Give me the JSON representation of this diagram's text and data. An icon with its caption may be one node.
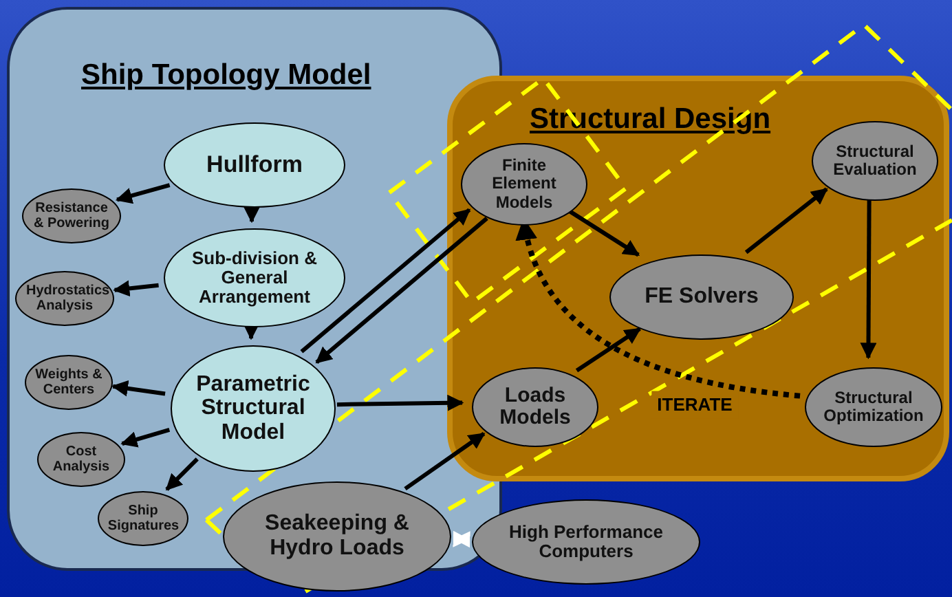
{
  "diagram": {
    "nodes": [
      {
        "text": [
          "Ship Topology Model"
        ]
      },
      {
        "text": [
          "Structural Design"
        ]
      },
      {
        "text": [
          "Hullform"
        ],
        "in": 0
      },
      {
        "text": [
          "Resistance & Powering"
        ],
        "in": 0
      },
      {
        "text": [
          "Sub-division & General Arrangement"
        ],
        "in": 0
      },
      {
        "text": [
          "Hydrostatics Analysis"
        ],
        "in": 0
      },
      {
        "text": [
          "Parametric Structural Model"
        ],
        "in": 0
      },
      {
        "text": [
          "Weights & Centers"
        ],
        "in": 0
      },
      {
        "text": [
          "Cost Analysis"
        ],
        "in": 0
      },
      {
        "text": [
          "Ship Signatures"
        ],
        "in": 0
      },
      {
        "text": [
          "Seakeeping & Hydro Loads"
        ]
      },
      {
        "text": [
          "Finite Element Models"
        ],
        "in": 1
      },
      {
        "text": [
          "FE Solvers"
        ],
        "in": 1
      },
      {
        "text": [
          "Structural Evaluation"
        ],
        "in": 1
      },
      {
        "text": [
          "Loads Models"
        ],
        "in": 1
      },
      {
        "text": [
          "Structural Optimization"
        ],
        "in": 1
      },
      {
        "text": [
          "High Performance Computers"
        ]
      }
    ],
    "edges": [
      {
        "from": 2,
        "to": 3,
        "arrow": "to"
      },
      {
        "from": 2,
        "to": 4,
        "arrow": "to"
      },
      {
        "from": 4,
        "to": 5,
        "arrow": "to"
      },
      {
        "from": 4,
        "to": 6,
        "arrow": "to"
      },
      {
        "from": 6,
        "to": 7,
        "arrow": "to"
      },
      {
        "from": 6,
        "to": 8,
        "arrow": "to"
      },
      {
        "from": 6,
        "to": 9,
        "arrow": "to"
      },
      {
        "from": 6,
        "to": 11,
        "arrow": "to"
      },
      {
        "from": 11,
        "to": 6,
        "arrow": "to"
      },
      {
        "from": 6,
        "to": 14,
        "arrow": "to"
      },
      {
        "from": 10,
        "to": 14,
        "arrow": "to"
      },
      {
        "from": 10,
        "to": 16,
        "arrow": "both",
        "color": "#ffffff"
      },
      {
        "from": 11,
        "to": 12,
        "arrow": "to"
      },
      {
        "from": 14,
        "to": 12,
        "arrow": "to"
      },
      {
        "from": 12,
        "to": 13,
        "arrow": "to"
      },
      {
        "from": 13,
        "to": 15,
        "arrow": "to"
      },
      {
        "from": 15,
        "to": 11,
        "arrow": "to",
        "label": "ITERATE",
        "style": "dashed"
      }
    ]
  }
}
